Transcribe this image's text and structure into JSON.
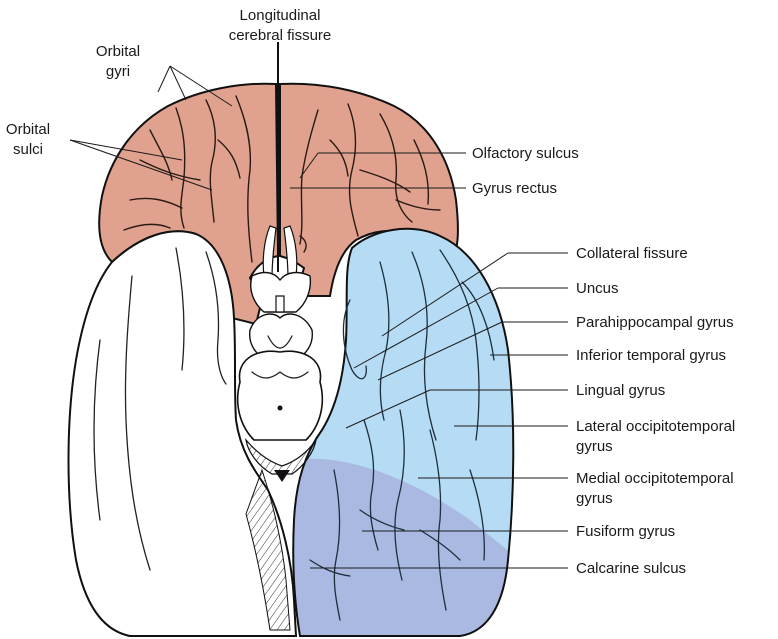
{
  "colors": {
    "frontal": "#E0A28E",
    "temporal": "#B5DCF4",
    "occipital": "#A9B9E2",
    "unshaded": "#FFFFFF",
    "outline": "#111111"
  },
  "labels": {
    "longitudinal_line1": "Longitudinal",
    "longitudinal_line2": "cerebral fissure",
    "orbital_gyri_line1": "Orbital",
    "orbital_gyri_line2": "gyri",
    "orbital_sulci_line1": "Orbital",
    "orbital_sulci_line2": "sulci",
    "olfactory_sulcus": "Olfactory sulcus",
    "gyrus_rectus": "Gyrus rectus",
    "collateral_fissure": "Collateral fissure",
    "uncus": "Uncus",
    "parahippocampal_gyrus": "Parahippocampal gyrus",
    "inferior_temporal_gyrus": "Inferior temporal gyrus",
    "lingual_gyrus": "Lingual gyrus",
    "lateral_occipitotemporal_line1": "Lateral occipitotemporal",
    "lateral_occipitotemporal_line2": "gyrus",
    "medial_occipitotemporal_line1": "Medial occipitotemporal",
    "medial_occipitotemporal_line2": "gyrus",
    "fusiform_gyrus": "Fusiform gyrus",
    "calcarine_sulcus": "Calcarine sulcus"
  }
}
